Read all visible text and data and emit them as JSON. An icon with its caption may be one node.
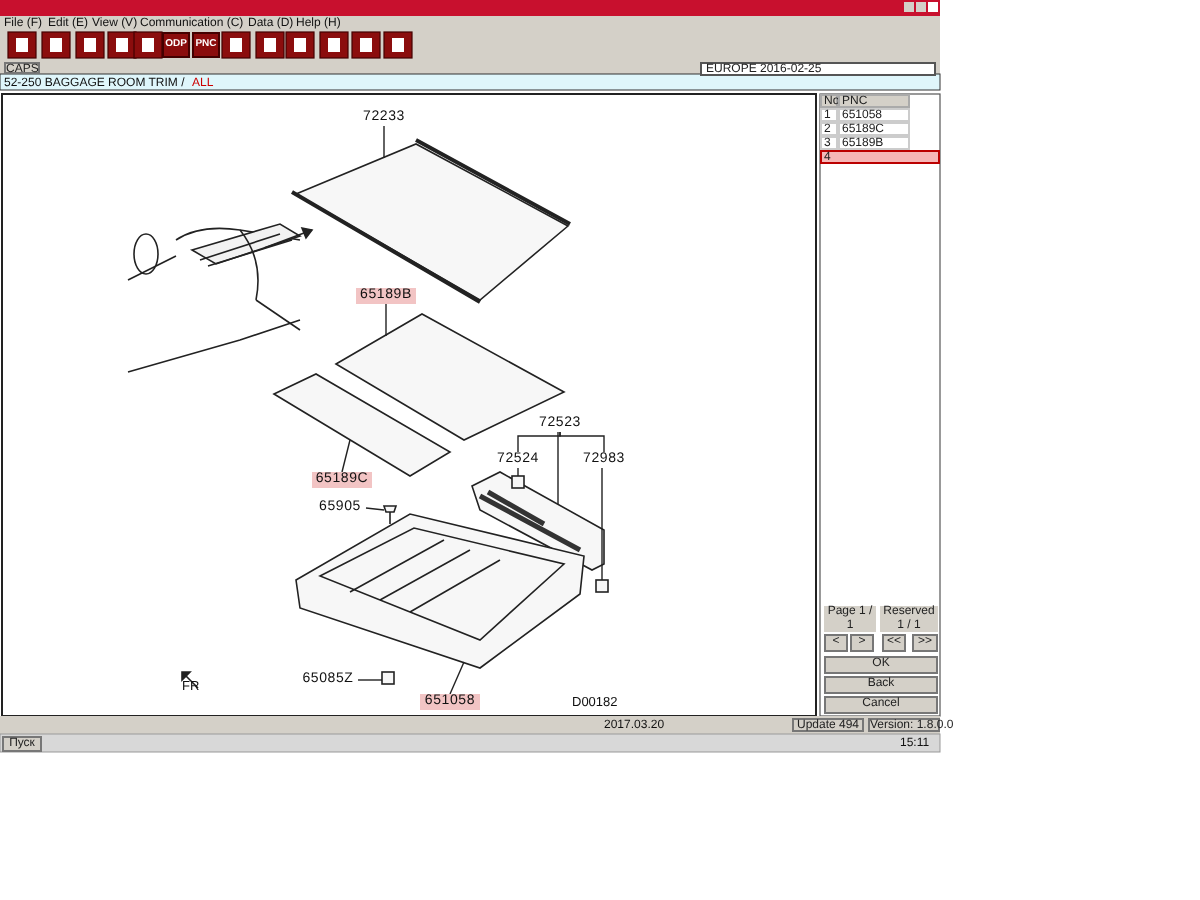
{
  "diagram": {
    "nodes": [
      {
        "text": [
          "72233"
        ]
      },
      {
        "text": [],
        "shape": "picture"
      },
      {
        "text": [
          "65189B"
        ]
      },
      {
        "text": [],
        "shape": "picture"
      },
      {
        "text": [
          "65189C"
        ]
      },
      {
        "text": [],
        "shape": "picture"
      },
      {
        "text": [
          "65905"
        ]
      },
      {
        "text": [],
        "shape": "picture"
      },
      {
        "text": [
          "72523"
        ]
      },
      {
        "text": [
          "72524"
        ]
      },
      {
        "text": [
          "72983"
        ]
      },
      {
        "text": [],
        "shape": "picture"
      },
      {
        "text": [],
        "shape": "box"
      },
      {
        "text": [],
        "shape": "box"
      },
      {
        "text": [
          "65085Z"
        ]
      },
      {
        "text": [],
        "shape": "box"
      },
      {
        "text": [
          "651058"
        ]
      },
      {
        "text": [],
        "shape": "picture"
      }
    ],
    "edges": [
      {
        "from": 0,
        "to": 1,
        "arrow": "none"
      },
      {
        "from": 2,
        "to": 3,
        "arrow": "none"
      },
      {
        "from": 4,
        "to": 5,
        "arrow": "none"
      },
      {
        "from": 6,
        "to": 7,
        "arrow": "none"
      },
      {
        "from": 8,
        "to": 11,
        "arrow": "none"
      },
      {
        "from": 9,
        "to": 12,
        "arrow": "none"
      },
      {
        "from": 10,
        "to": 13,
        "arrow": "none"
      },
      {
        "from": 14,
        "to": 15,
        "arrow": "none"
      },
      {
        "from": 16,
        "to": 17,
        "arrow": "none"
      },
      {
        "from": 8,
        "to": 9,
        "arrow": "none"
      },
      {
        "from": 8,
        "to": 10,
        "arrow": "none"
      }
    ],
    "labels": [
      "File (F)",
      "Edit (E)",
      "View (V)",
      "Communication (C)",
      "Data (D)",
      "Help (H)",
      "ODP",
      "PNC",
      "CAPS",
      "52-250  BAGGAGE ROOM TRIM /",
      "ALL",
      "EUROPE  2016-02-25",
      "FR",
      "D00182",
      "No",
      "PNC",
      "1",
      "651058",
      "2",
      "65189C",
      "3",
      "65189B",
      "4",
      "Page 1 / 1",
      "Reserved 1 / 1",
      "<",
      ">",
      "<<",
      ">>",
      "OK",
      "Back",
      "Cancel",
      "2017.03.20",
      "Update 494",
      "Version: 1.8.0.0",
      "Пуск",
      "15:11"
    ]
  }
}
